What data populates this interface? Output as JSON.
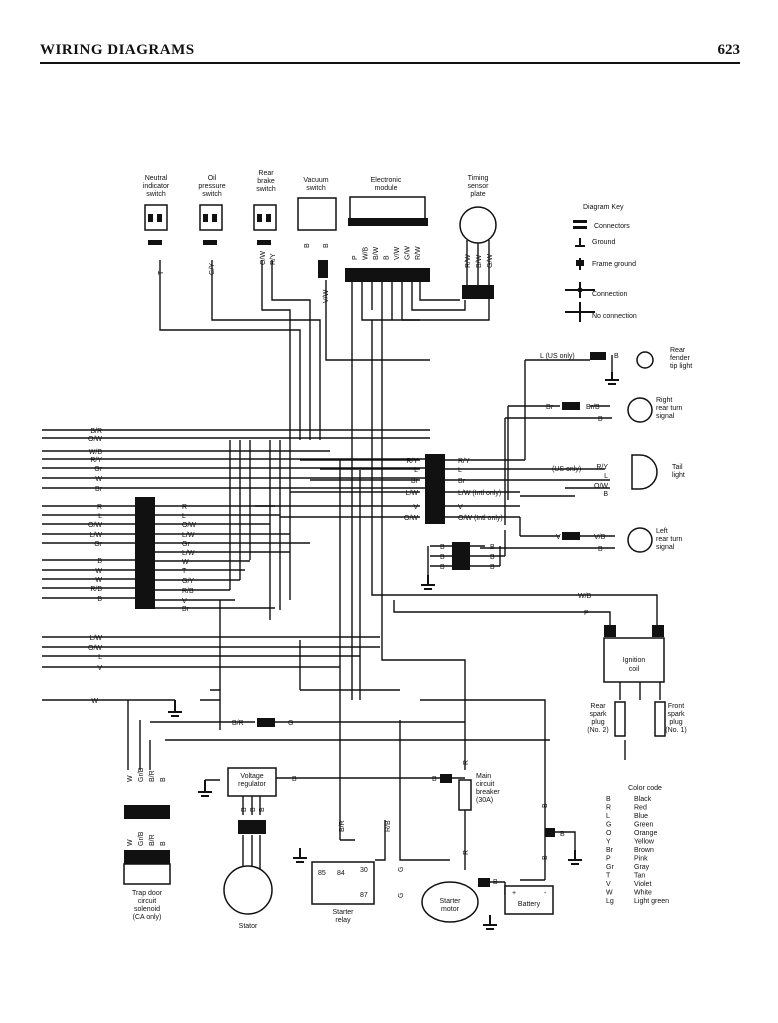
{
  "header": {
    "title": "WIRING DIAGRAMS",
    "page_number": "623"
  },
  "components": {
    "neutral_switch": [
      "Neutral",
      "indicator",
      "switch"
    ],
    "oil_switch": [
      "Oil",
      "pressure",
      "switch"
    ],
    "rear_brake_switch": [
      "Rear",
      "brake",
      "switch"
    ],
    "vacuum_switch": [
      "Vacuum",
      "switch"
    ],
    "electronic_module": [
      "Electronic",
      "module"
    ],
    "timing_sensor": [
      "Timing",
      "sensor",
      "plate"
    ],
    "rear_fender_light": [
      "Rear",
      "fender",
      "tip light"
    ],
    "right_turn": [
      "Right",
      "rear turn",
      "signal"
    ],
    "tail_light": [
      "Tail",
      "light"
    ],
    "left_turn": [
      "Left",
      "rear turn",
      "signal"
    ],
    "ignition_coil": [
      "Ignition",
      "coil"
    ],
    "rear_plug": [
      "Rear",
      "spark",
      "plug",
      "(No. 2)"
    ],
    "front_plug": [
      "Front",
      "spark",
      "plug",
      "(No. 1)"
    ],
    "voltage_regulator": [
      "Voltage",
      "regulator"
    ],
    "main_breaker": [
      "Main",
      "circuit",
      "breaker",
      "(30A)"
    ],
    "trap_door": [
      "Trap door",
      "circuit",
      "solenoid",
      "(CA only)"
    ],
    "stator": "Stator",
    "starter_relay": [
      "Starter",
      "relay"
    ],
    "starter_motor": [
      "Starter",
      "motor"
    ],
    "battery": "Battery",
    "relay_terminals": [
      "85",
      "84",
      "30",
      "87"
    ]
  },
  "diagram_key": {
    "title": "Diagram Key",
    "items": [
      "Connectors",
      "Ground",
      "Frame ground",
      "Connection",
      "No connection"
    ]
  },
  "color_code": {
    "title": "Color code",
    "entries": [
      {
        "code": "B",
        "name": "Black"
      },
      {
        "code": "R",
        "name": "Red"
      },
      {
        "code": "L",
        "name": "Blue"
      },
      {
        "code": "G",
        "name": "Green"
      },
      {
        "code": "O",
        "name": "Orange"
      },
      {
        "code": "Y",
        "name": "Yellow"
      },
      {
        "code": "Br",
        "name": "Brown"
      },
      {
        "code": "P",
        "name": "Pink"
      },
      {
        "code": "Gr",
        "name": "Gray"
      },
      {
        "code": "T",
        "name": "Tan"
      },
      {
        "code": "V",
        "name": "Violet"
      },
      {
        "code": "W",
        "name": "White"
      },
      {
        "code": "Lg",
        "name": "Light green"
      }
    ]
  },
  "wire_labels": {
    "switch_wires": [
      "T",
      "G/Y",
      "O/W",
      "R/Y",
      "B",
      "B",
      "V/W"
    ],
    "module_wires": [
      "P",
      "W/B",
      "B/W",
      "B",
      "V/W",
      "G/W",
      "R/W"
    ],
    "sensor_wires": [
      "R/W",
      "B/W",
      "G/W"
    ],
    "left_top_bundle": [
      "B/R",
      "O/W",
      "W/B",
      "R/Y",
      "Gr",
      "W",
      "Br"
    ],
    "left_mid_bundle": [
      "R",
      "L",
      "O/W",
      "L/W",
      "Gr"
    ],
    "left_mid_bundle2": [
      "B",
      "W",
      "W",
      "R/B",
      "B"
    ],
    "mid_connector_left": [
      "R",
      "L",
      "O/W",
      "L/W",
      "Gr",
      "L/W",
      "W",
      "T",
      "G/Y",
      "R/B",
      "V",
      "Br"
    ],
    "left_lower_bundle": [
      "L/W",
      "O/W",
      "L",
      "V"
    ],
    "left_w": "W",
    "center_connector_left": [
      "R/Y",
      "L",
      "Br",
      "L/W",
      "V",
      "O/W"
    ],
    "center_connector_right": [
      "R/Y",
      "L",
      "Br",
      "L/W (Intl only)",
      "V",
      "O/W (Intl only)"
    ],
    "us_only_1": "L (US only)",
    "us_only_2": "(US only)",
    "fender_b": "B",
    "turn_right": [
      "Br",
      "Br/B",
      "B"
    ],
    "tail_wires": [
      "R/Y",
      "L",
      "O/W",
      "B"
    ],
    "turn_left": [
      "V",
      "V/B",
      "B"
    ],
    "ground_connector": [
      "B",
      "B",
      "B",
      "B",
      "B",
      "B"
    ],
    "coil_wires": [
      "W/B",
      "P"
    ],
    "breaker_wires": [
      "B/R",
      "G",
      "B",
      "B",
      "R",
      "R"
    ],
    "trap_wires": [
      "W",
      "Gr/B",
      "B/R",
      "B"
    ],
    "trap_wires2": [
      "W",
      "Gr/B",
      "B/R",
      "B"
    ],
    "regulator_wires": [
      "B",
      "B",
      "B"
    ],
    "relay_wires": [
      "B/R",
      "R/B",
      "G",
      "G"
    ],
    "battery_wires": [
      "B",
      "B",
      "B",
      "B"
    ],
    "battery_terminals": [
      "+",
      "-"
    ]
  }
}
